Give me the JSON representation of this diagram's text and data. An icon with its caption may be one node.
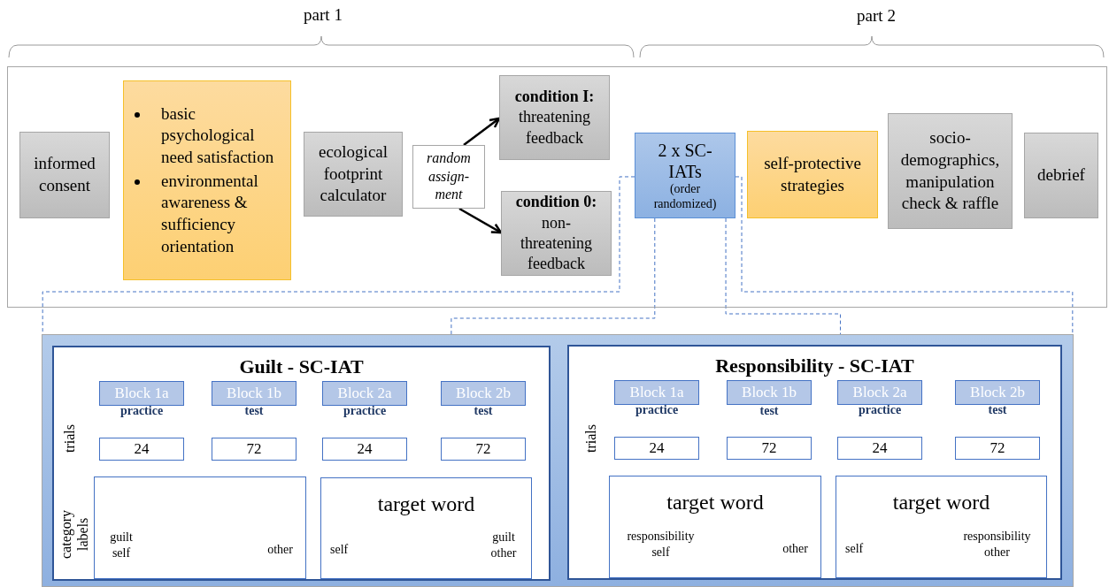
{
  "diagram": {
    "nodes": [
      {
        "text": [],
        "shape": "box"
      },
      {
        "text": [
          "informed consent"
        ],
        "in": 0
      },
      {
        "text": [
          "basic psychological need satisfaction",
          "environmental awareness & sufficiency orientation"
        ],
        "in": 0
      },
      {
        "text": [
          "ecological footprint calculator"
        ],
        "in": 0
      },
      {
        "text": [
          "random assign- ment"
        ],
        "in": 0
      },
      {
        "text": [
          "condition I:",
          "threatening feedback"
        ],
        "in": 0
      },
      {
        "text": [
          "condition 0:",
          "non- threatening feedback"
        ],
        "in": 0
      },
      {
        "text": [
          "2 x SC- IATs",
          "(order randomized)"
        ],
        "in": 0
      },
      {
        "text": [
          "self-protective strategies"
        ],
        "in": 0
      },
      {
        "text": [
          "socio- demographics, manipulation check & raffle"
        ],
        "in": 0
      },
      {
        "text": [
          "debrief"
        ],
        "in": 0
      },
      {
        "text": [],
        "shape": "box"
      },
      {
        "text": [
          "Guilt - SC-IAT"
        ],
        "in": 11
      },
      {
        "text": [
          "Block 1a"
        ],
        "in": 12,
        "beside": [
          "practice"
        ]
      },
      {
        "text": [
          "Block 1b"
        ],
        "in": 12,
        "beside": [
          "test"
        ]
      },
      {
        "text": [
          "Block 2a"
        ],
        "in": 12,
        "beside": [
          "practice"
        ]
      },
      {
        "text": [
          "Block 2b"
        ],
        "in": 12,
        "beside": [
          "test"
        ]
      },
      {
        "text": [
          "24"
        ],
        "in": 12
      },
      {
        "text": [
          "72"
        ],
        "in": 12
      },
      {
        "text": [
          "24"
        ],
        "in": 12
      },
      {
        "text": [
          "72"
        ],
        "in": 12
      },
      {
        "text": [
          "guilt self",
          "other"
        ],
        "in": 12
      },
      {
        "text": [
          "target word",
          "self",
          "guilt other"
        ],
        "in": 12
      },
      {
        "text": [
          "Responsibility - SC-IAT"
        ],
        "in": 11
      },
      {
        "text": [
          "Block 1a"
        ],
        "in": 23,
        "beside": [
          "practice"
        ]
      },
      {
        "text": [
          "Block 1b"
        ],
        "in": 23,
        "beside": [
          "test"
        ]
      },
      {
        "text": [
          "Block 2a"
        ],
        "in": 23,
        "beside": [
          "practice"
        ]
      },
      {
        "text": [
          "Block 2b"
        ],
        "in": 23,
        "beside": [
          "test"
        ]
      },
      {
        "text": [
          "24"
        ],
        "in": 23
      },
      {
        "text": [
          "72"
        ],
        "in": 23
      },
      {
        "text": [
          "24"
        ],
        "in": 23
      },
      {
        "text": [
          "72"
        ],
        "in": 23
      },
      {
        "text": [
          "target word",
          "responsibility self",
          "other"
        ],
        "in": 23
      },
      {
        "text": [
          "target word",
          "self",
          "responsibility other"
        ],
        "in": 23
      }
    ],
    "edges": [
      {
        "from": 4,
        "to": 5,
        "arrow": "to",
        "color": "#000000"
      },
      {
        "from": 4,
        "to": 6,
        "arrow": "to",
        "color": "#000000"
      },
      {
        "from": 7,
        "to": 11,
        "arrow": "none",
        "style": "dashed"
      },
      {
        "from": 7,
        "to": 11,
        "arrow": "none",
        "style": "dashed"
      },
      {
        "from": 7,
        "to": 11,
        "arrow": "none",
        "style": "dashed"
      },
      {
        "from": 7,
        "to": 11,
        "arrow": "none",
        "style": "dashed"
      }
    ],
    "labels": [
      "part 1",
      "part 2",
      "trials",
      "category labels",
      "trials"
    ]
  }
}
